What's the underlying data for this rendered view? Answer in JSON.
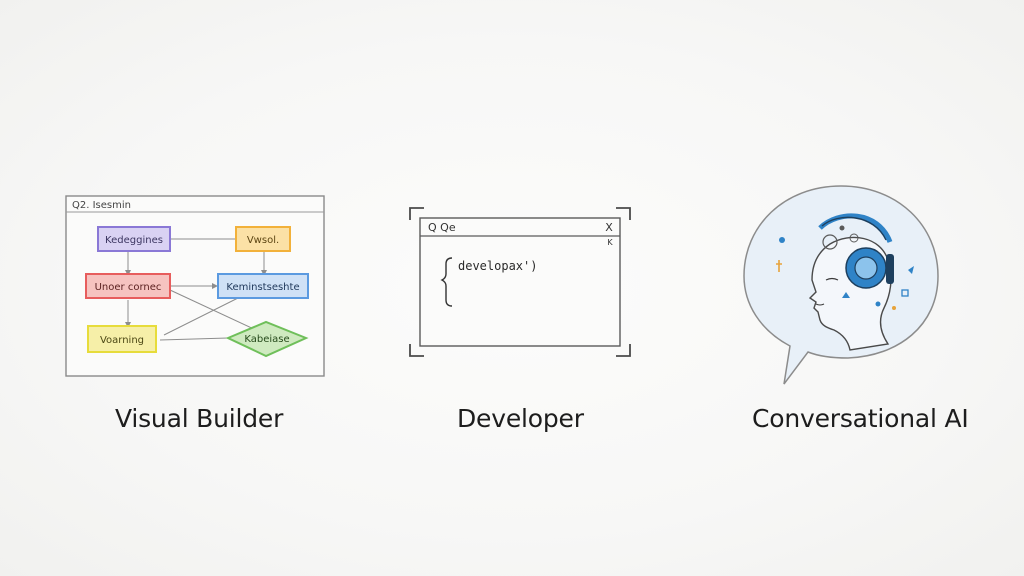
{
  "panels": [
    {
      "caption": "Visual Builder",
      "icon": "flowchart-window-icon",
      "window_title": "Q2. Isesmin",
      "nodes": [
        {
          "label": "Kedeggines",
          "color": "#8a78d6"
        },
        {
          "label": "Vwsol.",
          "color": "#f2b13a"
        },
        {
          "label": "Unoer cornec",
          "color": "#e75d5d"
        },
        {
          "label": "Keminstseshte",
          "color": "#5b9ae0"
        },
        {
          "label": "Voarning",
          "color": "#e7dc3b"
        },
        {
          "label": "Kabeiase",
          "color": "#6fbf5a"
        }
      ]
    },
    {
      "caption": "Developer",
      "icon": "code-window-icon",
      "window_title": "Q Qe",
      "close_glyph": "X",
      "maximize_glyph": "K",
      "code_line": "developax')"
    },
    {
      "caption": "Conversational AI",
      "icon": "headset-ai-head-icon"
    }
  ],
  "colors": {
    "ink": "#3a3a3a",
    "accent_blue": "#2f83c7"
  }
}
